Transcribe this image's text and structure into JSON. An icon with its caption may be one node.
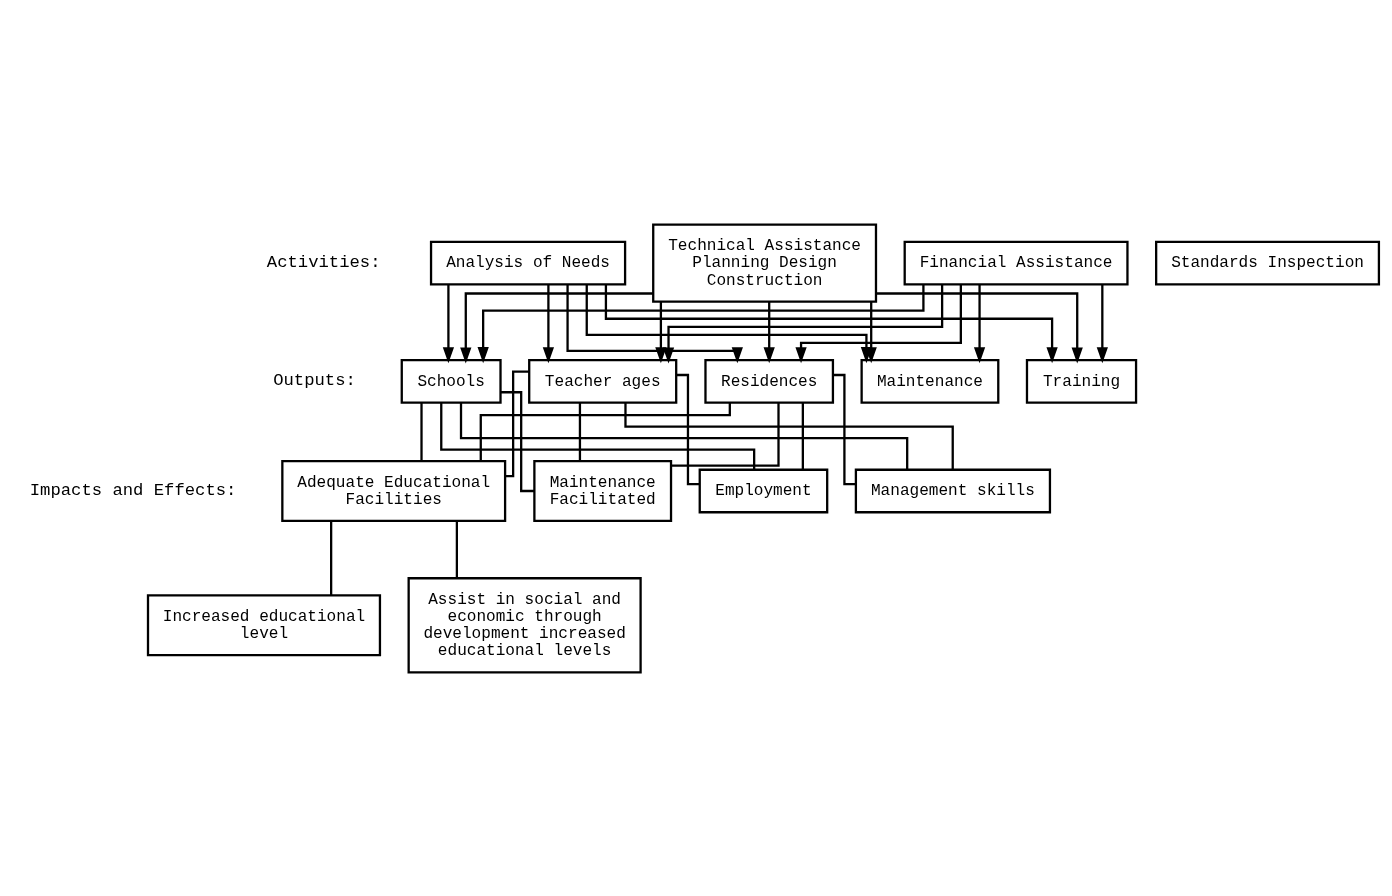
{
  "diagram": {
    "nodes": [
      {
        "text": [
          "Analysis of Needs"
        ]
      },
      {
        "text": [
          "Technical Assistance Planning Design Construction"
        ]
      },
      {
        "text": [
          "Financial Assistance"
        ]
      },
      {
        "text": [
          "Standards Inspection"
        ]
      },
      {
        "text": [
          "Schools"
        ]
      },
      {
        "text": [
          "Teacher ages"
        ]
      },
      {
        "text": [
          "Residences"
        ]
      },
      {
        "text": [
          "Maintenance"
        ]
      },
      {
        "text": [
          "Training"
        ]
      },
      {
        "text": [
          "Adequate Educational Facilities"
        ]
      },
      {
        "text": [
          "Maintenance Facilitated"
        ]
      },
      {
        "text": [
          "Employment"
        ]
      },
      {
        "text": [
          "Management skills"
        ]
      },
      {
        "text": [
          "Increased educational level"
        ]
      },
      {
        "text": [
          "Assist in social and economic through development increased educational levels"
        ]
      }
    ],
    "edges": [
      {
        "from": 0,
        "to": 4,
        "arrow": "to"
      },
      {
        "from": 0,
        "to": 5,
        "arrow": "to"
      },
      {
        "from": 0,
        "to": 6,
        "arrow": "to"
      },
      {
        "from": 0,
        "to": 7,
        "arrow": "to"
      },
      {
        "from": 0,
        "to": 8,
        "arrow": "to"
      },
      {
        "from": 1,
        "to": 4,
        "arrow": "to"
      },
      {
        "from": 1,
        "to": 5,
        "arrow": "to"
      },
      {
        "from": 1,
        "to": 6,
        "arrow": "to"
      },
      {
        "from": 1,
        "to": 7,
        "arrow": "to"
      },
      {
        "from": 1,
        "to": 8,
        "arrow": "to"
      },
      {
        "from": 2,
        "to": 4,
        "arrow": "to"
      },
      {
        "from": 2,
        "to": 5,
        "arrow": "to"
      },
      {
        "from": 2,
        "to": 6,
        "arrow": "to"
      },
      {
        "from": 2,
        "to": 7,
        "arrow": "to"
      },
      {
        "from": 2,
        "to": 8,
        "arrow": "to"
      },
      {
        "from": 4,
        "to": 9,
        "arrow": "none"
      },
      {
        "from": 4,
        "to": 10,
        "arrow": "none"
      },
      {
        "from": 4,
        "to": 11,
        "arrow": "none"
      },
      {
        "from": 4,
        "to": 12,
        "arrow": "none"
      },
      {
        "from": 5,
        "to": 9,
        "arrow": "none"
      },
      {
        "from": 5,
        "to": 10,
        "arrow": "none"
      },
      {
        "from": 5,
        "to": 11,
        "arrow": "none"
      },
      {
        "from": 5,
        "to": 12,
        "arrow": "none"
      },
      {
        "from": 6,
        "to": 9,
        "arrow": "none"
      },
      {
        "from": 6,
        "to": 10,
        "arrow": "none"
      },
      {
        "from": 6,
        "to": 11,
        "arrow": "none"
      },
      {
        "from": 6,
        "to": 12,
        "arrow": "none"
      },
      {
        "from": 9,
        "to": 13,
        "arrow": "none"
      },
      {
        "from": 9,
        "to": 14,
        "arrow": "none"
      }
    ],
    "labels": [
      "Activities:",
      "Outputs:",
      "Impacts and Effects:"
    ]
  }
}
